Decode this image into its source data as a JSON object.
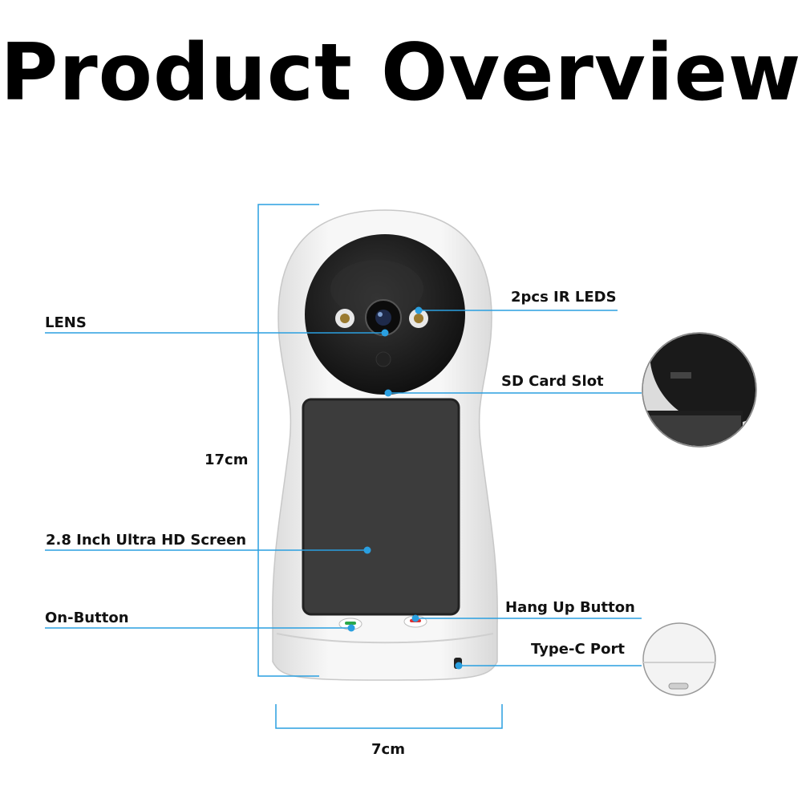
{
  "title": "Product Overview",
  "labels": {
    "lens": "LENS",
    "ir_leds": "2pcs IR LEDS",
    "sd_slot": "SD Card Slot",
    "height": "17cm",
    "screen": "2.8 Inch Ultra HD Screen",
    "on_button": "On-Button",
    "hang_up": "Hang Up Button",
    "type_c": "Type-C Port",
    "width": "7cm"
  },
  "colors": {
    "leader_line": "#2a9fe0",
    "device_body": "#f4f4f4",
    "camera_head": "#1c1c1c",
    "screen": "#3c3c3c",
    "call_button": "#2aa84a",
    "hang_up_button": "#e03030"
  }
}
